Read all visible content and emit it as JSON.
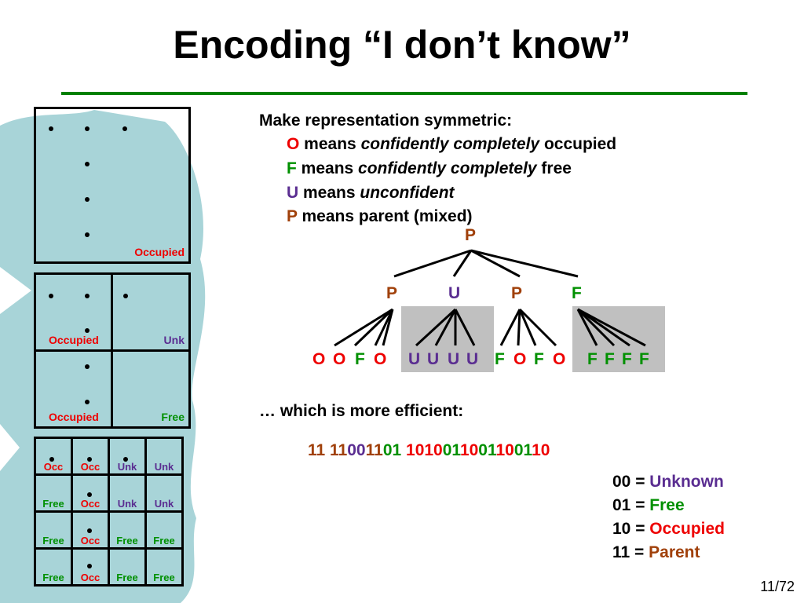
{
  "title": "Encoding “I don’t know”",
  "grids": {
    "g1": {
      "occupied": "Occupied"
    },
    "g2": {
      "tl": "Occupied",
      "tr": "Unk",
      "bl": "Occupied",
      "br": "Free"
    },
    "g3": {
      "r1": [
        "Occ",
        "Occ",
        "Unk",
        "Unk"
      ],
      "r2": [
        "Free",
        "Occ",
        "Unk",
        "Unk"
      ],
      "r3": [
        "Free",
        "Occ",
        "Free",
        "Free"
      ],
      "r4": [
        "Free",
        "Occ",
        "Free",
        "Free"
      ]
    }
  },
  "text": {
    "intro": "Make representation symmetric:",
    "o_letter": "O",
    "o_means": " means ",
    "o_em": "confidently completely",
    "o_tail": " occupied",
    "f_letter": "F",
    "f_means": " means ",
    "f_em": "confidently completely",
    "f_tail": " free",
    "u_letter": "U",
    "u_means": " means ",
    "u_em": "unconfident",
    "p_letter": "P",
    "p_means": " means parent (mixed)",
    "efficient": "… which is more efficient:"
  },
  "tree": {
    "root": "P",
    "level1": [
      "P",
      "U",
      "P",
      "F"
    ],
    "leaves": [
      "O",
      "O",
      "F",
      "O",
      "U",
      "U",
      "U",
      "U",
      "F",
      "O",
      "F",
      "O",
      "F",
      "F",
      "F",
      "F"
    ]
  },
  "bits": {
    "g1": "11",
    "g2a": "11",
    "g2b": "00",
    "g2c": "11",
    "g2d": "01",
    "g3a": "10",
    "g3b": "10",
    "g3c": "01",
    "g3d": "10",
    "g3e": "01",
    "g3f": "10",
    "g3g": "01",
    "g3h": "10"
  },
  "legend": [
    {
      "code": "00 = ",
      "word": "Unknown"
    },
    {
      "code": "01 = ",
      "word": "Free"
    },
    {
      "code": "10 = ",
      "word": "Occupied"
    },
    {
      "code": "11 = ",
      "word": "Parent"
    }
  ],
  "page": "11/72",
  "colors": {
    "occupied": "#ee0000",
    "free": "#009000",
    "unknown": "#5a2d91",
    "parent": "#a0400a",
    "rule": "#008000",
    "cloud": "#a8d4d8"
  }
}
